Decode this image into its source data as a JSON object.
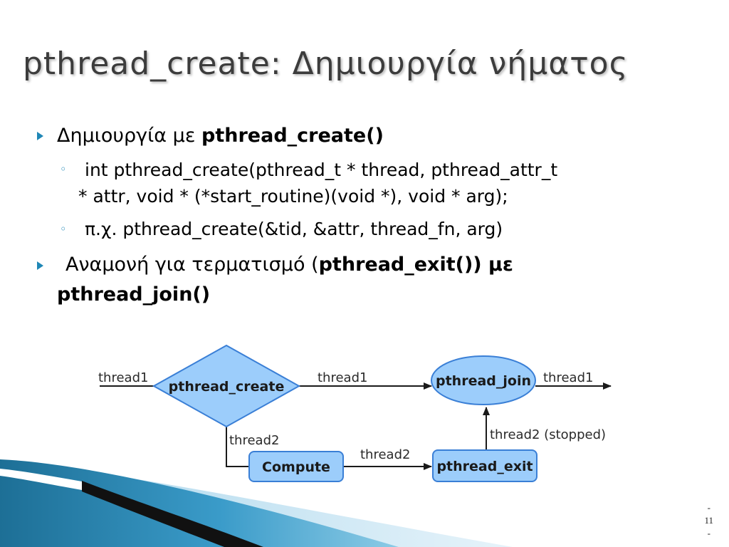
{
  "slide": {
    "title": "pthread_create: Δημιουργία νήματος",
    "bullets": {
      "b1_prefix": "Δημιουργία με ",
      "b1_bold": "pthread_create()",
      "b1_sub1_line1": "int pthread_create(pthread_t * thread, pthread_attr_t",
      "b1_sub1_line2": "* attr, void * (*start_routine)(void *), void * arg);",
      "b1_sub2": "π.χ. pthread_create(&tid, &attr, thread_fn, arg)",
      "b2_prefix": "Αναμονή για τερματισμό (",
      "b2_bold_line1": "pthread_exit()) με",
      "b2_bold_line2": "pthread_join()"
    },
    "page": {
      "dash_top": "-",
      "number": "11",
      "dash_bottom": "-"
    }
  },
  "diagram": {
    "nodes": {
      "create": "pthread_create",
      "join": "pthread_join",
      "compute": "Compute",
      "exit": "pthread_exit"
    },
    "edges": {
      "in": "thread1",
      "create_to_join": "thread1",
      "out": "thread1",
      "create_to_compute": "thread2",
      "compute_to_exit": "thread2",
      "exit_to_join": "thread2 (stopped)"
    },
    "colors": {
      "node_fill": "#9ccdfb",
      "node_stroke": "#3a7fd6",
      "bullet": "#1f87b6"
    }
  }
}
